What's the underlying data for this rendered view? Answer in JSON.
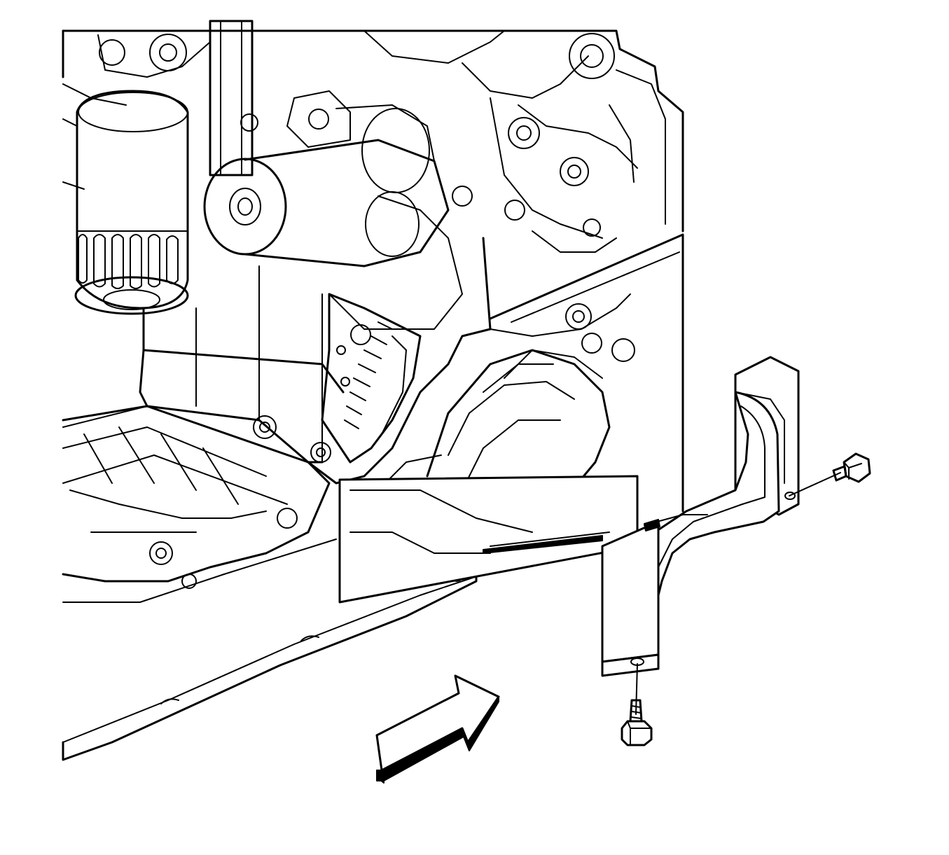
{
  "figure": {
    "background": "#ffffff",
    "line_color": "#000000",
    "components": [
      "engine-block",
      "oil-filter",
      "starter-motor",
      "oil-pan",
      "flywheel-ring-gear",
      "transmission-bracket",
      "inset-callout",
      "brace-bracket",
      "bolt-side",
      "bolt-bottom",
      "view-direction-arrow"
    ]
  }
}
